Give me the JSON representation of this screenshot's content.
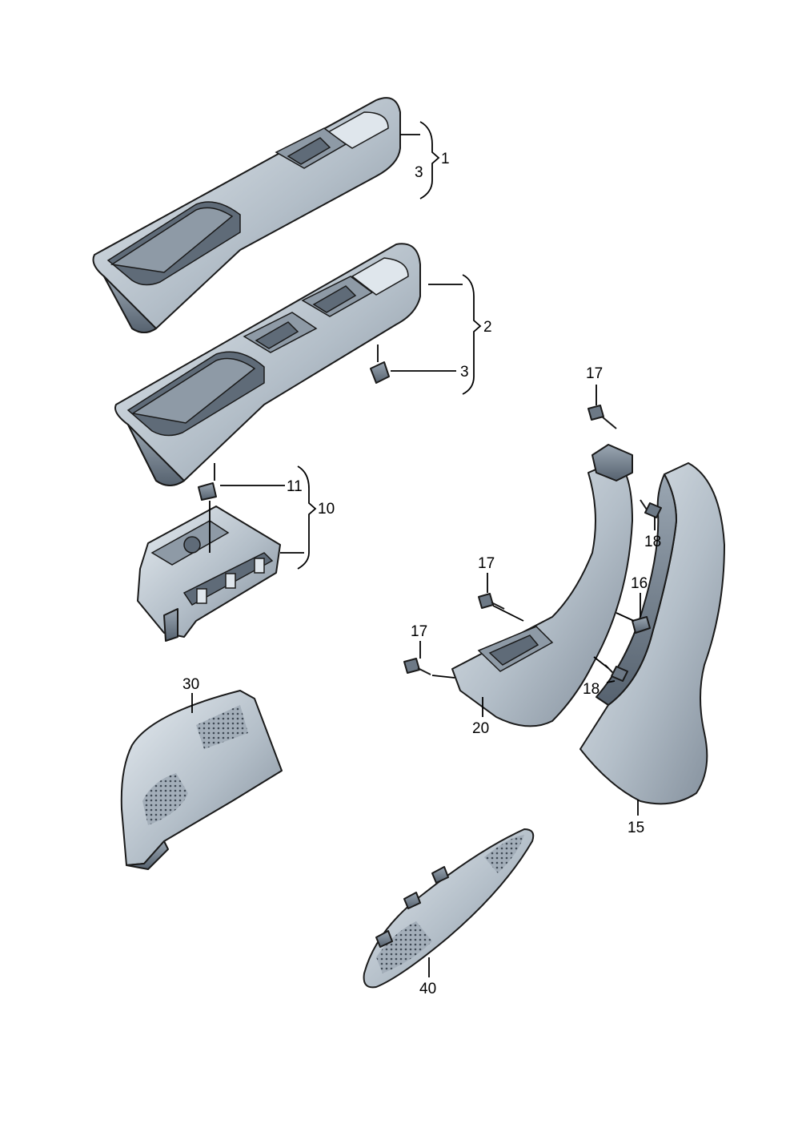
{
  "diagram": {
    "callouts": {
      "p1": "1",
      "p2": "2",
      "p3a": "3",
      "p3b": "3",
      "p3c": "3",
      "p10": "10",
      "p11": "11",
      "p15": "15",
      "p16": "16",
      "p17a": "17",
      "p17b": "17",
      "p17c": "17",
      "p18a": "18",
      "p18b": "18",
      "p20": "20",
      "p30": "30",
      "p40": "40"
    },
    "colors": {
      "part_light": "#d9e1e8",
      "part_mid": "#a9b4bf",
      "part_dark": "#6d7986",
      "outline": "#1a1a1a"
    }
  }
}
